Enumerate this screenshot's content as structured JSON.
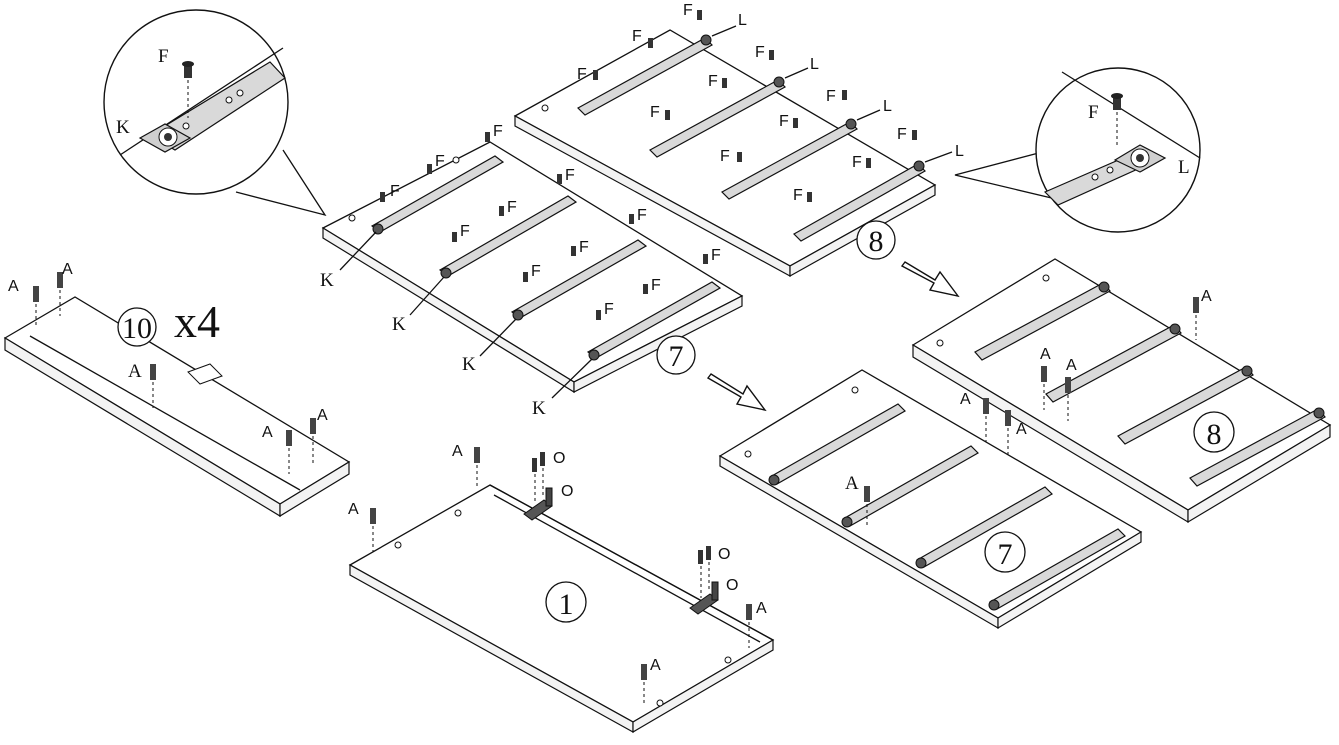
{
  "labels": {
    "screw_f": "F",
    "runner_k": "K",
    "runner_l": "L",
    "dowel_a": "A",
    "bracket_o": "O"
  },
  "parts": {
    "panel_1": "1",
    "panel_7": "7",
    "panel_8": "8",
    "panel_10": "10",
    "panel_10_qty": "x4"
  },
  "colors": {
    "line": "#111111",
    "background": "#ffffff",
    "rail_fill": "#d9d9d9"
  }
}
